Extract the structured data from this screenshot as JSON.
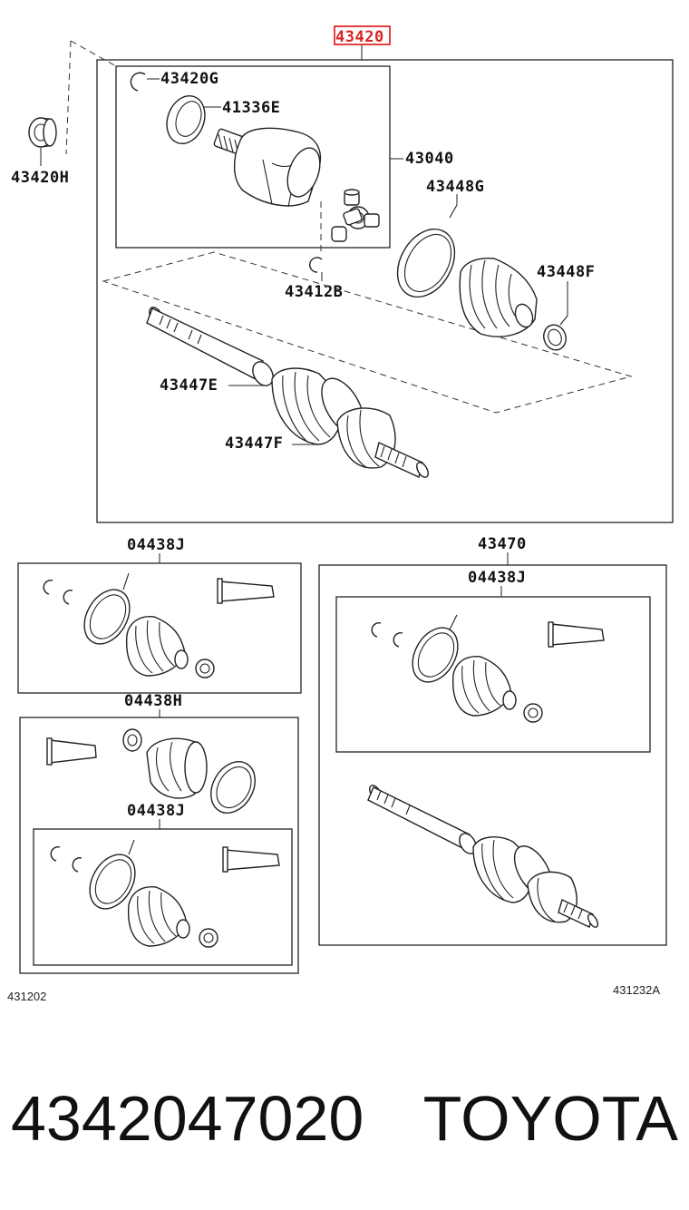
{
  "labels": {
    "assembly": "43420",
    "snap_ring_g": "43420G",
    "seal_h": "43420H",
    "dust_seal": "41336E",
    "inboard_joint": "43040",
    "boot_clamp_g": "43448G",
    "boot_clamp_f": "43448F",
    "snap_ring_b": "43412B",
    "clamp_e": "43447E",
    "clamp_f": "43447F",
    "boot_kit_j_top": "04438J",
    "shaft_set": "43470",
    "boot_kit_j_right": "04438J",
    "boot_kit_h": "04438H",
    "boot_kit_j_bottom": "04438J"
  },
  "figure_codes": {
    "left": "431202",
    "right": "431232A"
  },
  "caption": {
    "part_number": "4342047020",
    "brand": "TOYOTA"
  },
  "colors": {
    "highlight": "#d11111",
    "line": "#222222"
  }
}
